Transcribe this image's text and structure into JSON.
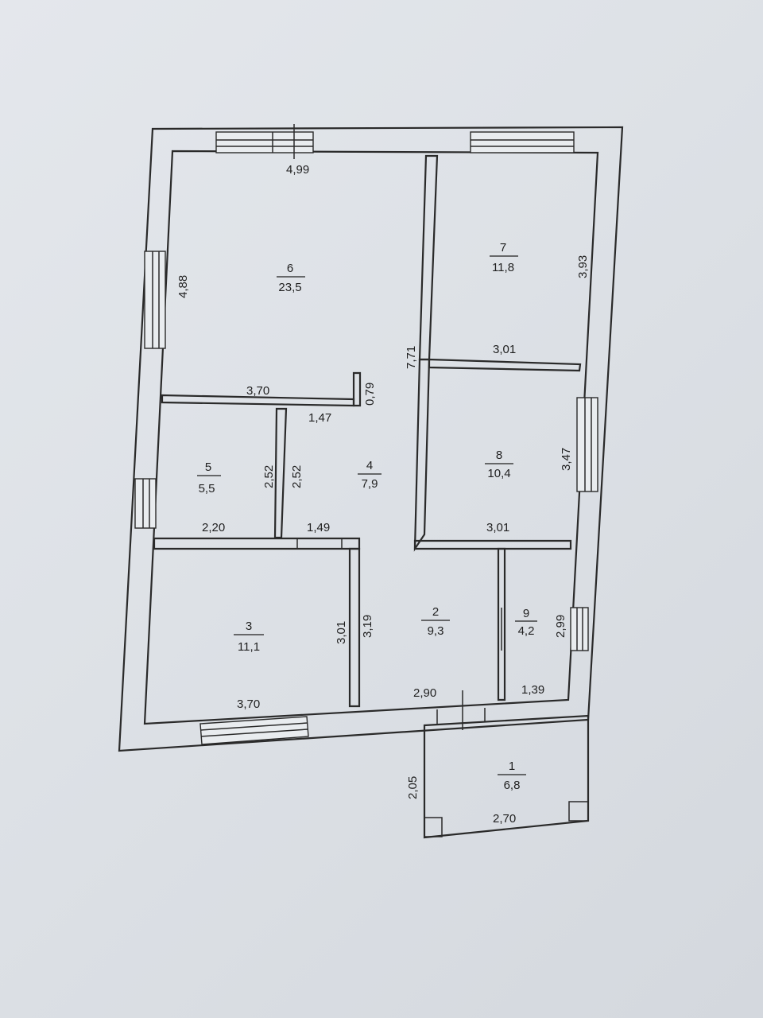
{
  "rooms": [
    {
      "id": "1",
      "area": "6,8"
    },
    {
      "id": "2",
      "area": "9,3"
    },
    {
      "id": "3",
      "area": "11,1"
    },
    {
      "id": "4",
      "area": "7,9"
    },
    {
      "id": "5",
      "area": "5,5"
    },
    {
      "id": "6",
      "area": "23,5"
    },
    {
      "id": "7",
      "area": "11,8"
    },
    {
      "id": "8",
      "area": "10,4"
    },
    {
      "id": "9",
      "area": "4,2"
    }
  ],
  "dimensions": {
    "d_4_99": "4,99",
    "d_4_88": "4,88",
    "d_3_93": "3,93",
    "d_7_71": "7,71",
    "d_3_01_r7": "3,01",
    "d_3_70_r6": "3,70",
    "d_0_79": "0,79",
    "d_1_47": "1,47",
    "d_2_52_a": "2,52",
    "d_2_52_b": "2,52",
    "d_3_47": "3,47",
    "d_3_01_r8": "3,01",
    "d_2_20": "2,20",
    "d_1_49": "1,49",
    "d_3_01_r3": "3,01",
    "d_3_19": "3,19",
    "d_2_99": "2,99",
    "d_3_70_r3": "3,70",
    "d_2_90": "2,90",
    "d_1_39": "1,39",
    "d_2_05": "2,05",
    "d_2_70": "2,70"
  }
}
